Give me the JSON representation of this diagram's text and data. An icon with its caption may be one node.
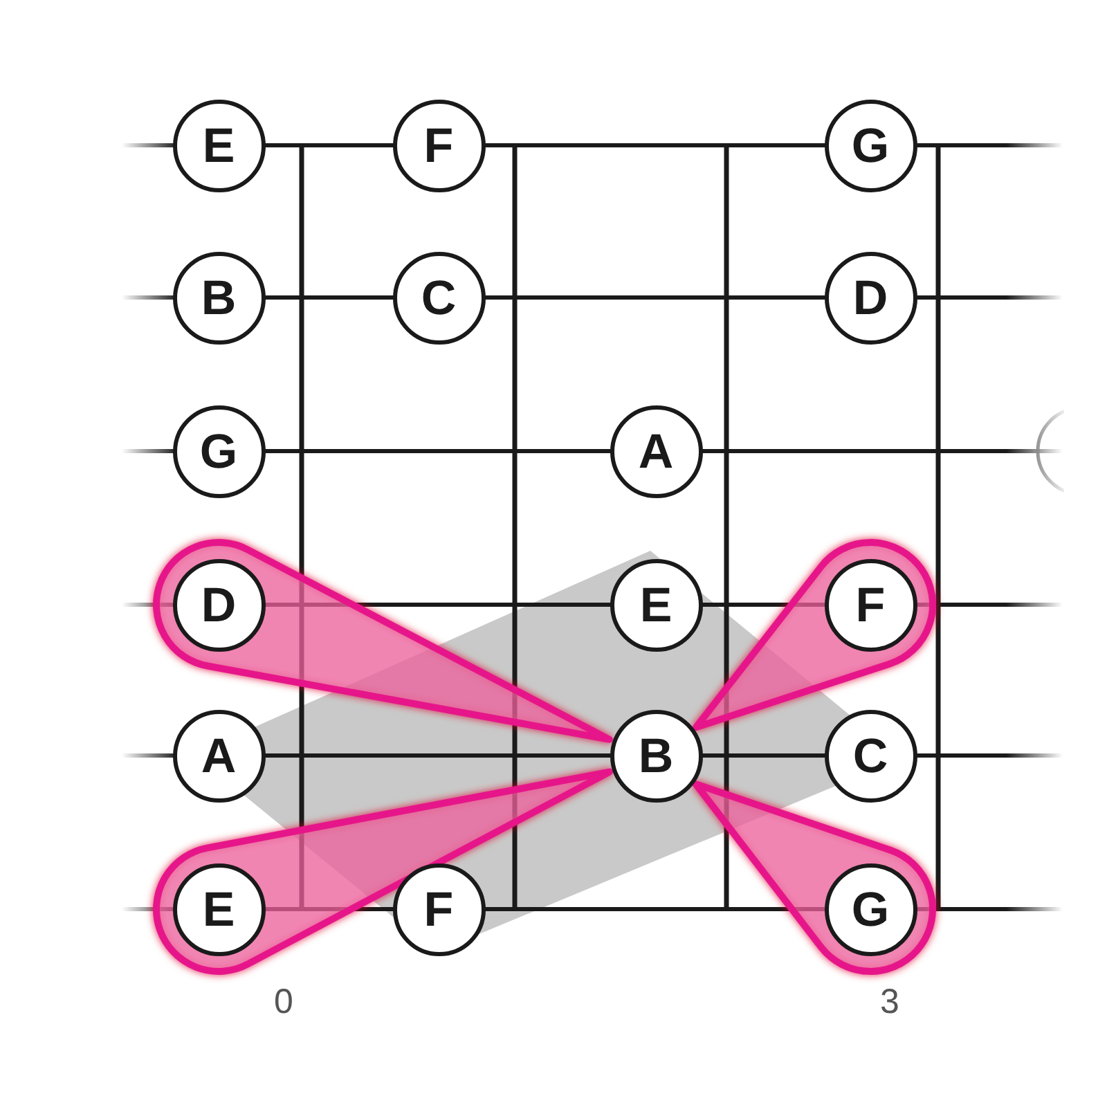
{
  "diagram": {
    "nodes": [
      {
        "text": [
          "E"
        ]
      },
      {
        "text": [
          "F"
        ]
      },
      {
        "text": [
          "G"
        ]
      },
      {
        "text": [
          "B"
        ]
      },
      {
        "text": [
          "C"
        ]
      },
      {
        "text": [
          "D"
        ]
      },
      {
        "text": [
          "G"
        ]
      },
      {
        "text": [
          "A"
        ]
      },
      {
        "text": [],
        "shape": "circle"
      },
      {
        "text": [
          "D"
        ]
      },
      {
        "text": [
          "E"
        ]
      },
      {
        "text": [
          "F"
        ]
      },
      {
        "text": [
          "A"
        ]
      },
      {
        "text": [
          "B"
        ]
      },
      {
        "text": [
          "C"
        ]
      },
      {
        "text": [
          "E"
        ]
      },
      {
        "text": [
          "F"
        ]
      },
      {
        "text": [
          "G"
        ]
      }
    ],
    "edges": [
      {
        "from": 13,
        "to": 9,
        "arrow": "none"
      },
      {
        "from": 13,
        "to": 15,
        "arrow": "none"
      },
      {
        "from": 13,
        "to": 11,
        "arrow": "none"
      },
      {
        "from": 13,
        "to": 17,
        "arrow": "none"
      }
    ],
    "labels": [
      "0",
      "3"
    ]
  }
}
